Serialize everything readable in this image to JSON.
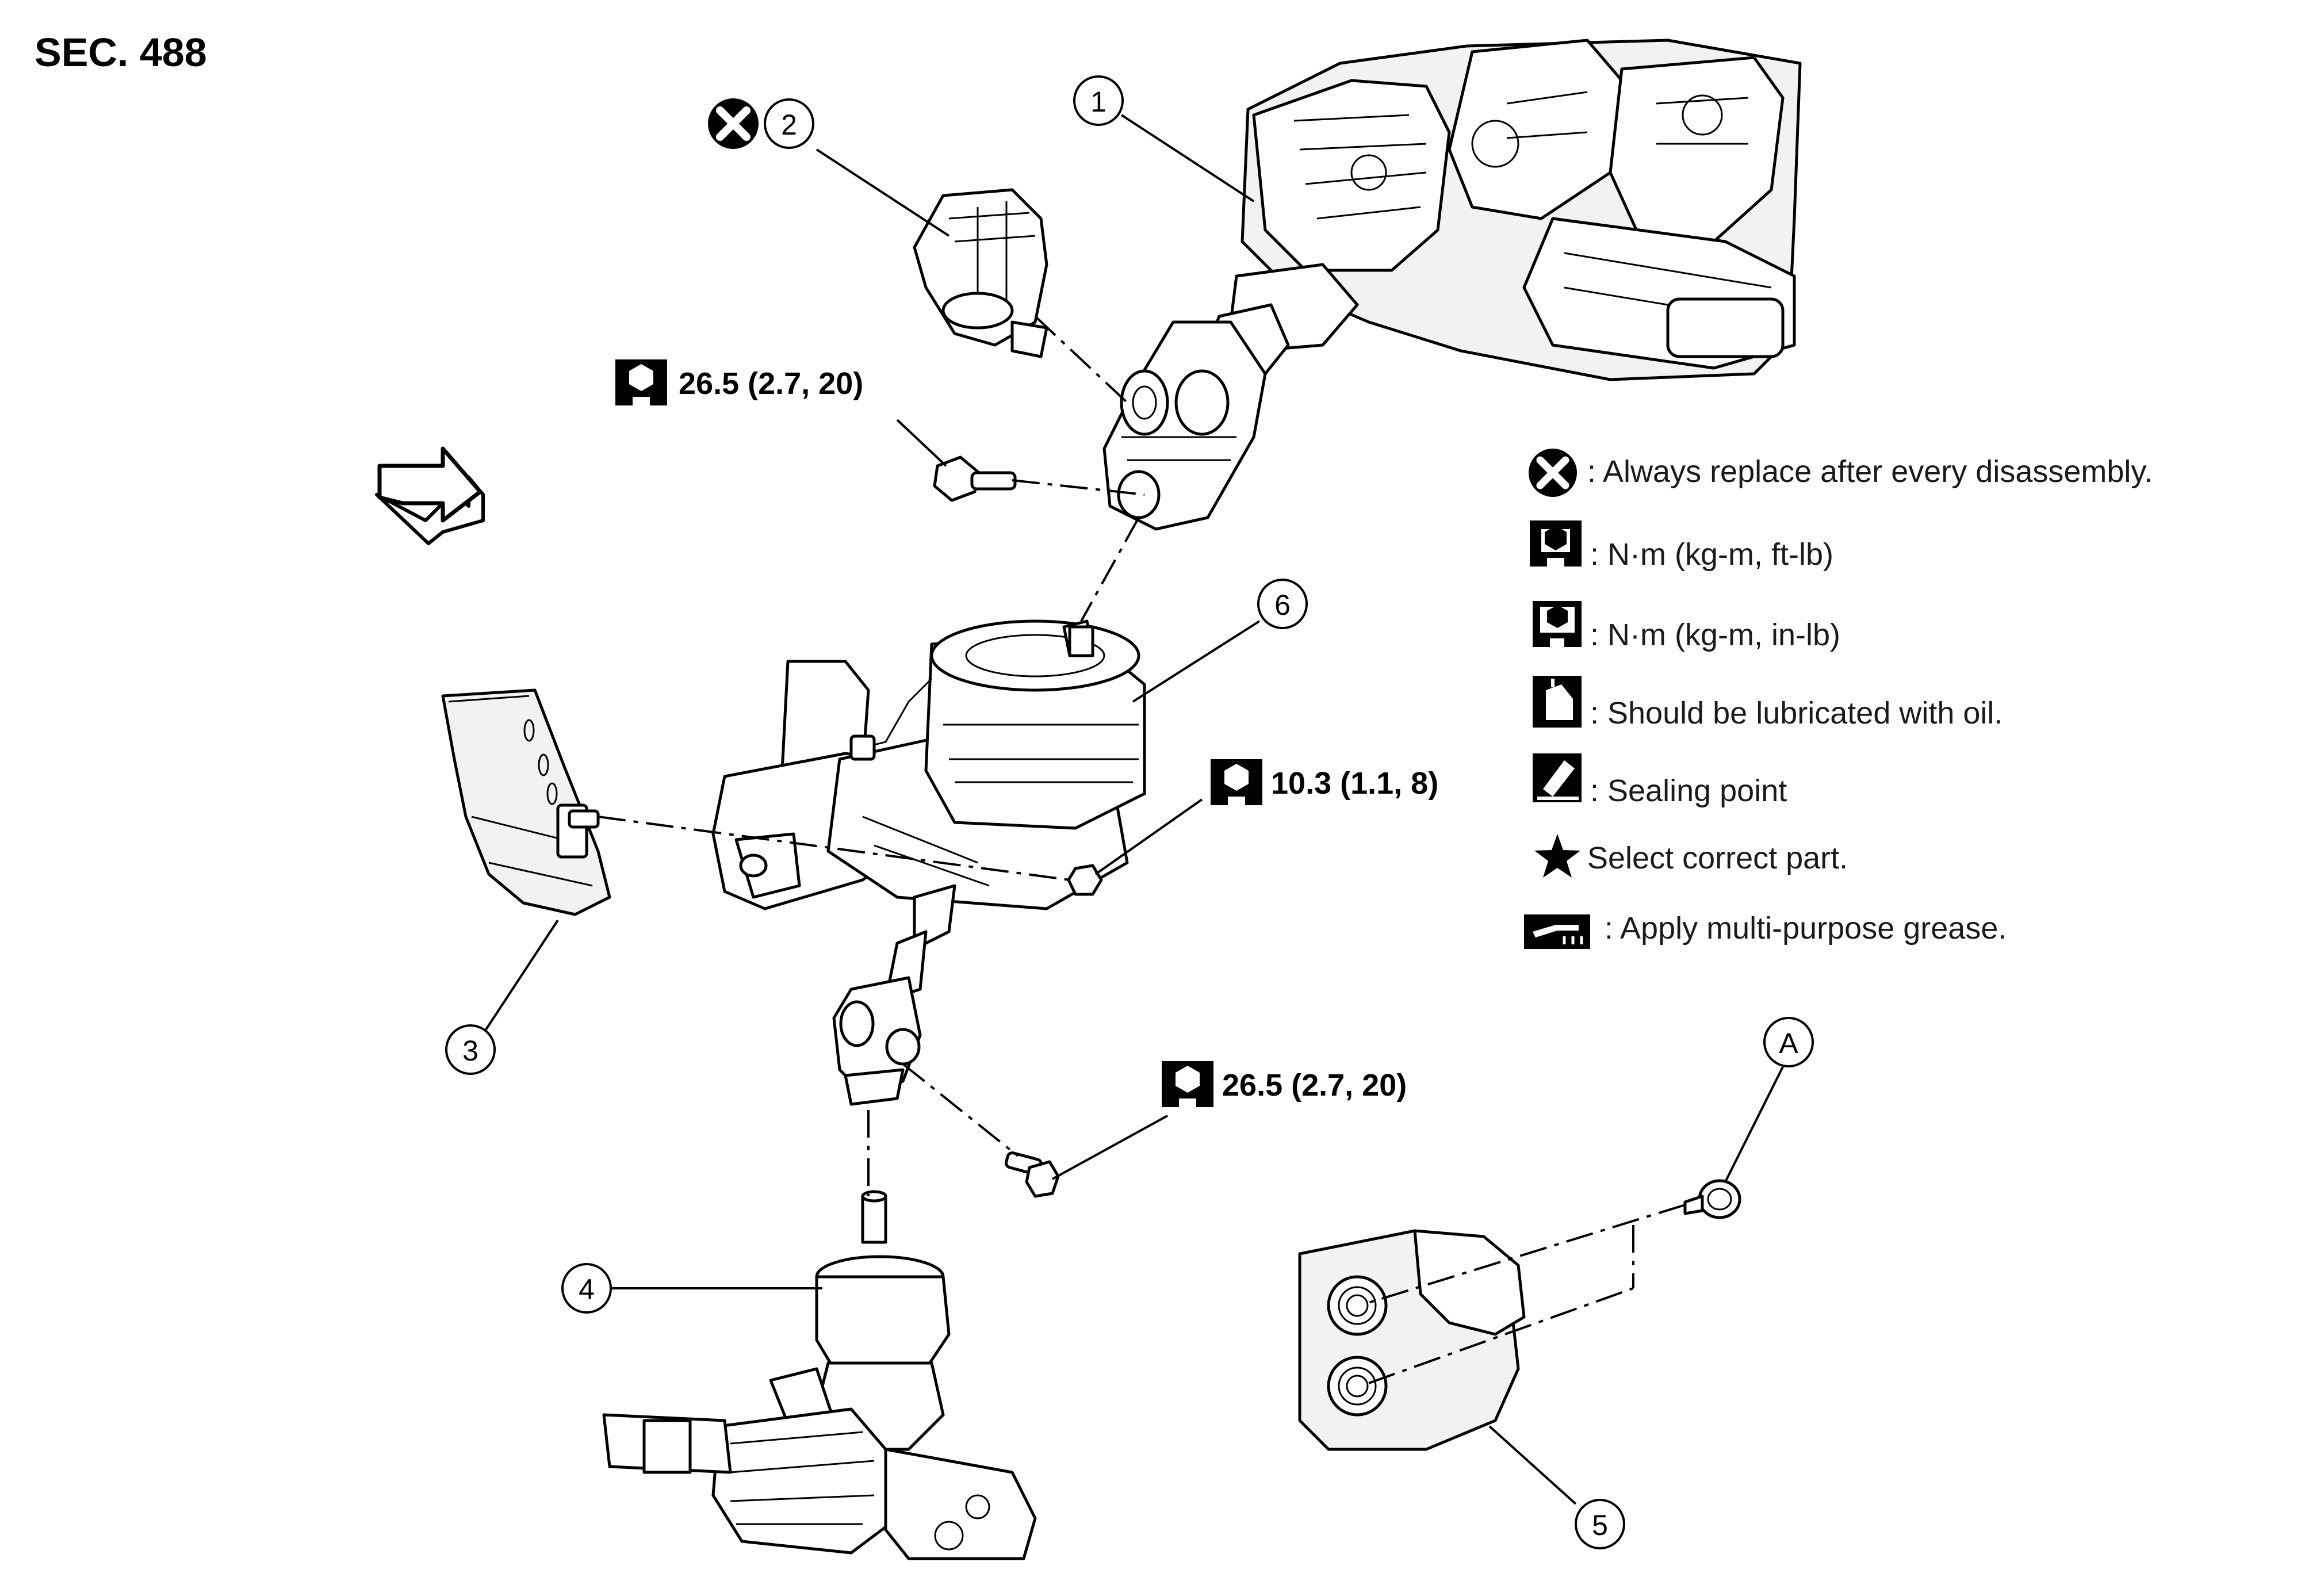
{
  "section": "SEC. 488",
  "callouts": {
    "c1": "1",
    "c2": "2",
    "c3": "3",
    "c4": "4",
    "c5": "5",
    "c6": "6",
    "cA": "A"
  },
  "torques": {
    "t_upper_bolt": "26.5 (2.7, 20)",
    "t_nut": "10.3 (1.1, 8)",
    "t_lower_bolt": "26.5 (2.7, 20)"
  },
  "legend": {
    "replace": ": Always replace after every disassembly.",
    "nm_ftlb": ": N·m (kg-m, ft-lb)",
    "nm_inlb": ": N·m (kg-m, in-lb)",
    "oil": ": Should be lubricated with oil.",
    "sealing": ": Sealing point",
    "select": "Select correct part.",
    "grease": ": Apply multi-purpose grease."
  },
  "icons": {
    "replace": "x-circle-icon",
    "torque_ftlb": "torque-wrench-icon",
    "torque_inlb": "torque-wrench-filled-icon",
    "oil": "oil-can-icon",
    "sealing": "sealant-icon",
    "select": "star-icon",
    "grease": "grease-gun-icon",
    "front": "front-arrow-icon"
  }
}
